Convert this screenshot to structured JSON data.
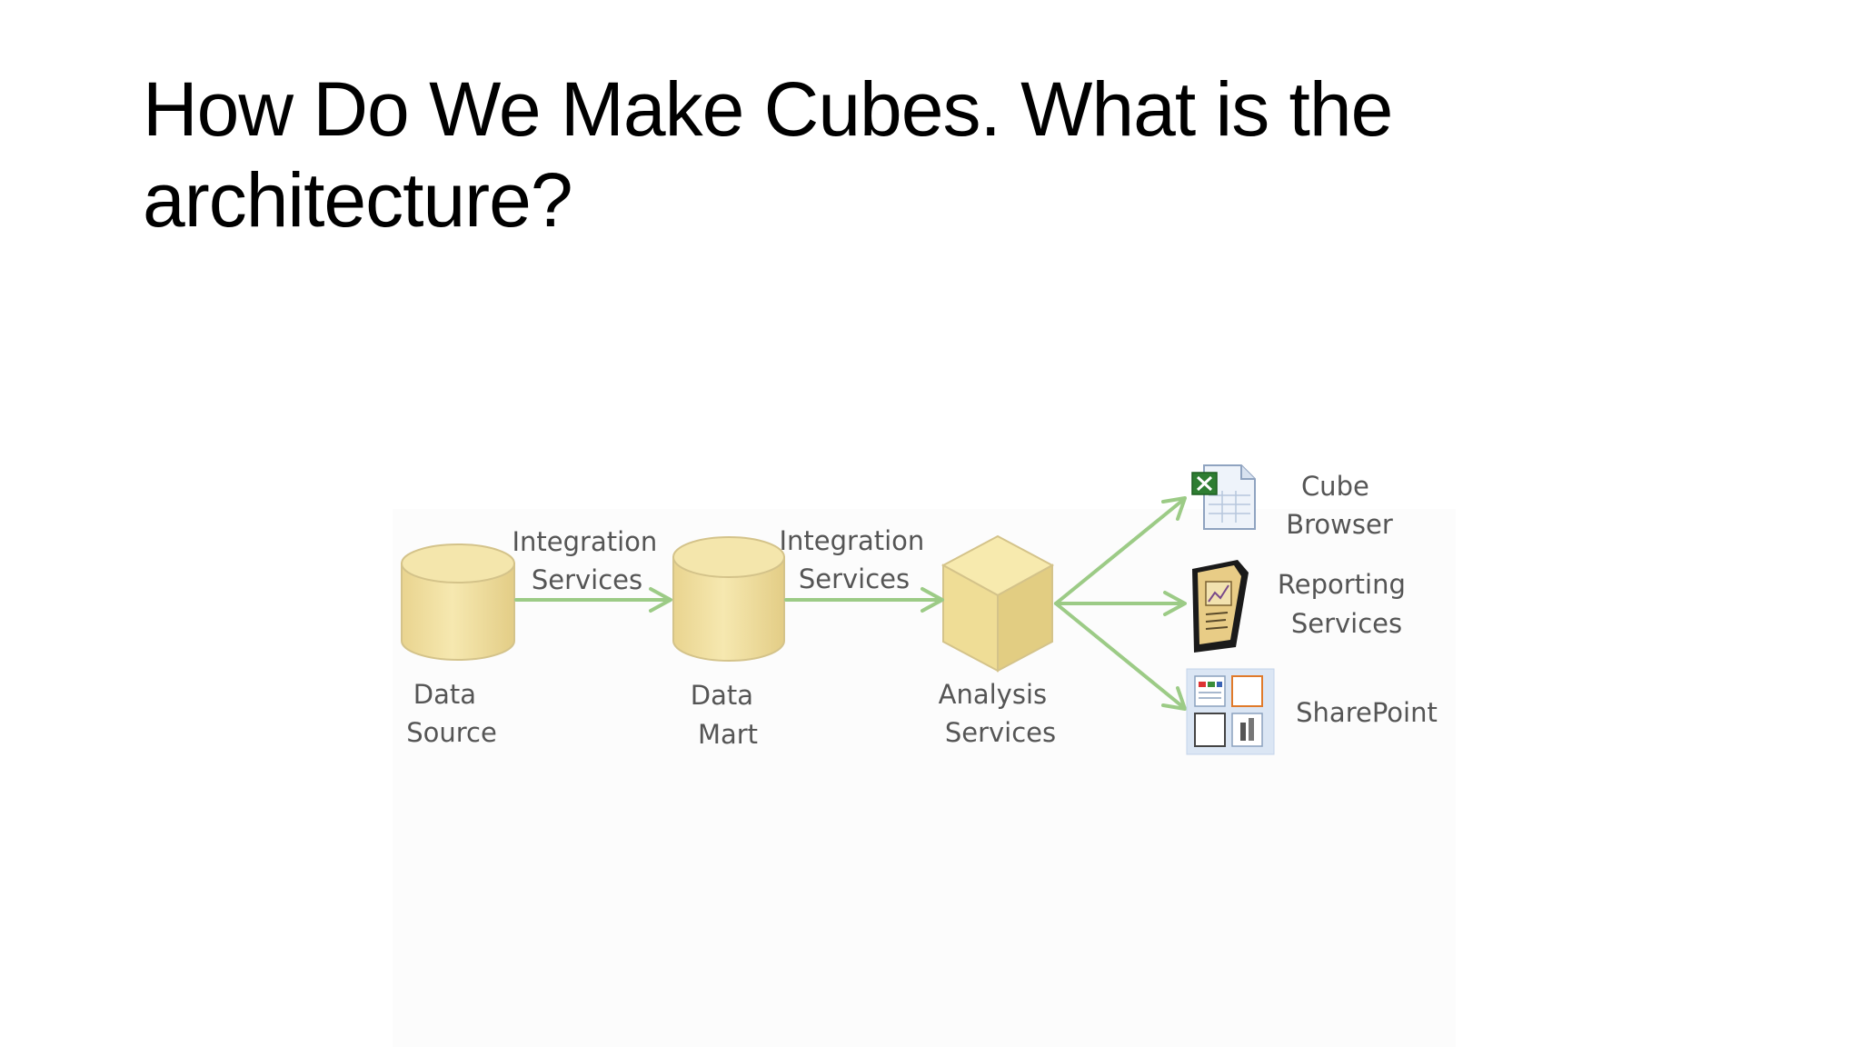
{
  "slide": {
    "title": "How Do We Make Cubes. What is the architecture?"
  },
  "diagram": {
    "nodes": {
      "data_source": {
        "line1": "Data",
        "line2": "Source"
      },
      "data_mart": {
        "line1": "Data",
        "line2": "Mart"
      },
      "analysis_services": {
        "line1": "Analysis",
        "line2": "Services"
      },
      "cube_browser": {
        "line1": "Cube",
        "line2": "Browser",
        "icon": "excel-sheet-icon"
      },
      "reporting_services": {
        "line1": "Reporting",
        "line2": "Services",
        "icon": "report-document-icon"
      },
      "sharepoint": {
        "line1": "SharePoint",
        "icon": "sharepoint-dashboard-icon"
      }
    },
    "edges": {
      "source_to_mart": {
        "line1": "Integration",
        "line2": "Services"
      },
      "mart_to_analysis": {
        "line1": "Integration",
        "line2": "Services"
      }
    },
    "colors": {
      "store_fill": "#f2e3a4",
      "store_stroke": "#d4c38a",
      "arrow": "#9ccb86"
    }
  }
}
